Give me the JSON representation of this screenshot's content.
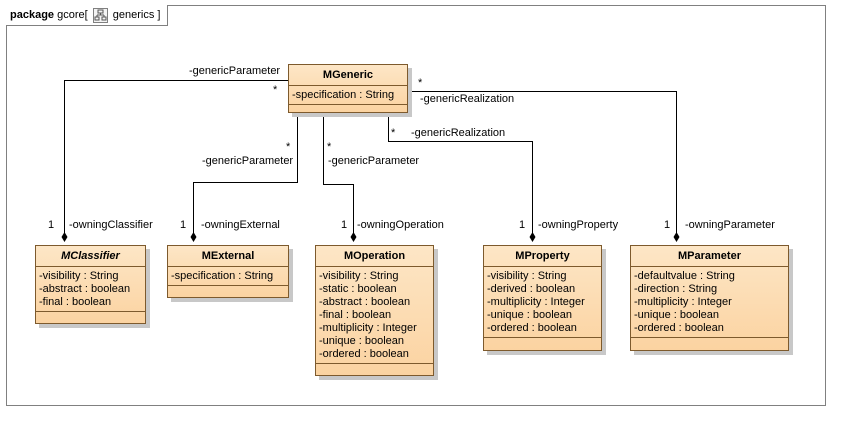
{
  "package": {
    "keyword": "package",
    "name": "gcore[",
    "diagram_name": "generics ]",
    "icon": "class-diagram-icon"
  },
  "classes": {
    "mgeneric": {
      "name": "MGeneric",
      "attributes": [
        "-specification : String"
      ]
    },
    "mclassifier": {
      "name": "MClassifier",
      "abstract": true,
      "attributes": [
        "-visibility : String",
        "-abstract : boolean",
        "-final : boolean"
      ]
    },
    "mexternal": {
      "name": "MExternal",
      "attributes": [
        "-specification : String"
      ]
    },
    "moperation": {
      "name": "MOperation",
      "attributes": [
        "-visibility : String",
        "-static : boolean",
        "-abstract : boolean",
        "-final : boolean",
        "-multiplicity : Integer",
        "-unique : boolean",
        "-ordered : boolean"
      ]
    },
    "mproperty": {
      "name": "MProperty",
      "attributes": [
        "-visibility : String",
        "-derived : boolean",
        "-multiplicity : Integer",
        "-unique : boolean",
        "-ordered : boolean"
      ]
    },
    "mparameter": {
      "name": "MParameter",
      "attributes": [
        "-defaultvalue : String",
        "-direction : String",
        "-multiplicity : Integer",
        "-unique : boolean",
        "-ordered : boolean"
      ]
    }
  },
  "associations": {
    "classifier": {
      "source_role": "-genericParameter",
      "source_mult": "*",
      "target_role": "-owningClassifier",
      "target_mult": "1"
    },
    "external": {
      "source_role": "-genericParameter",
      "source_mult": "*",
      "target_role": "-owningExternal",
      "target_mult": "1"
    },
    "operation": {
      "source_role": "-genericParameter",
      "source_mult": "*",
      "target_role": "-owningOperation",
      "target_mult": "1"
    },
    "property": {
      "source_role": "-genericRealization",
      "source_mult": "*",
      "target_role": "-owningProperty",
      "target_mult": "1"
    },
    "parameter": {
      "source_role": "-genericRealization",
      "source_mult": "*",
      "target_role": "-owningParameter",
      "target_mult": "1"
    }
  },
  "colors": {
    "class_fill_top": "#fde6c6",
    "class_fill_bottom": "#fbd3a1",
    "class_border": "#7d5a2d",
    "line": "#000000",
    "frame": "#808080"
  }
}
